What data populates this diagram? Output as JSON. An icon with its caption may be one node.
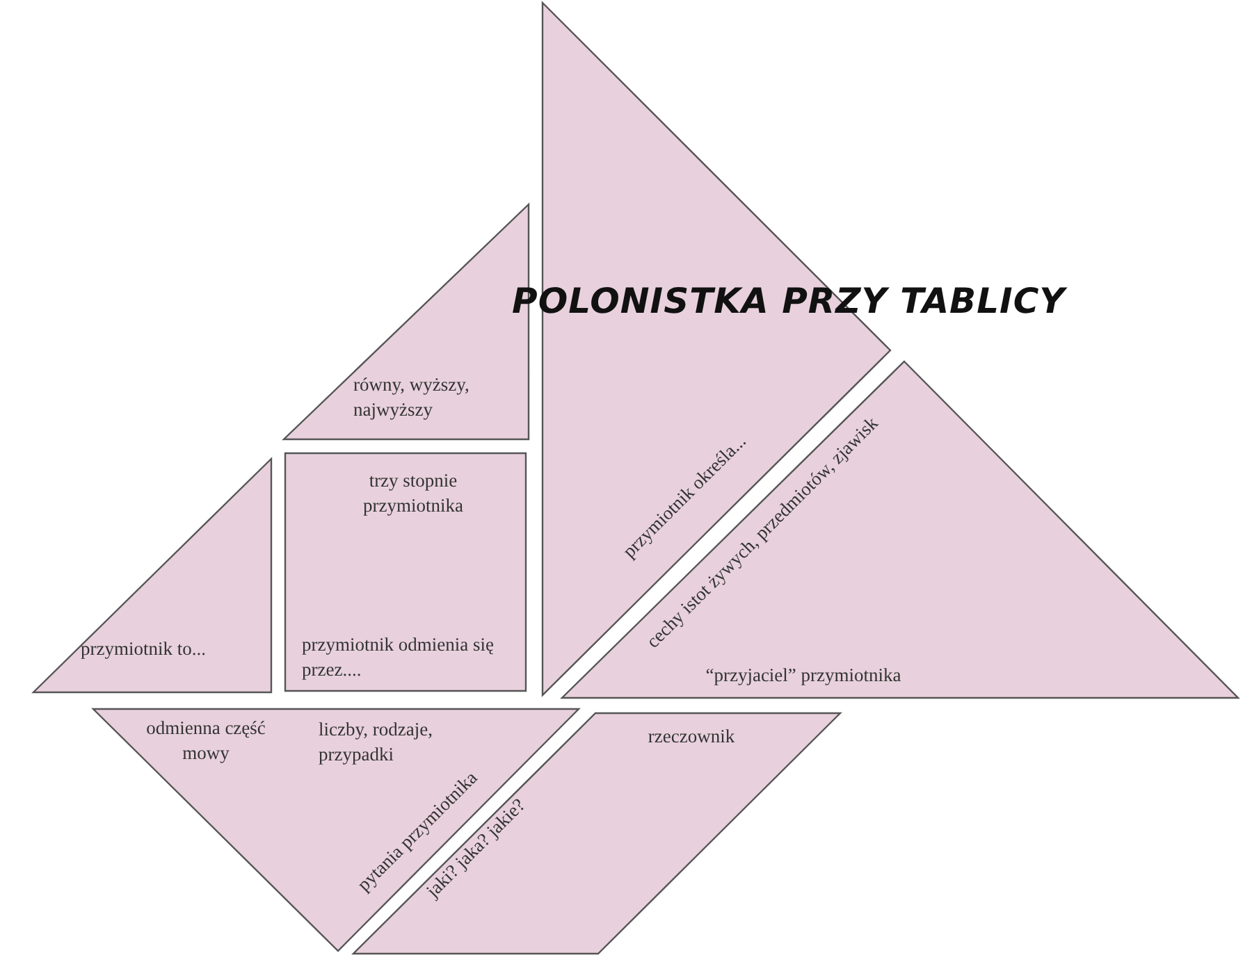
{
  "diagram": {
    "title": "POLONISTKA PRZY TABLICY",
    "nodes": [
      {
        "text": [
          "przymiotnik określa..."
        ]
      },
      {
        "text": [
          "równy, wyższy, najwyższy"
        ]
      },
      {
        "text": [
          "trzy stopnie przymiotnika",
          "przymiotnik odmienia się przez...."
        ]
      },
      {
        "text": [
          "przymiotnik to..."
        ]
      },
      {
        "text": [
          "cechy istot żywych, przedmiotów, zjawisk",
          "“przyjaciel” przymiotnika"
        ]
      },
      {
        "text": [
          "odmienna część mowy",
          "liczby, rodzaje, przypadki",
          "pytania przymiotnika"
        ]
      },
      {
        "text": [
          "rzeczownik",
          "jaki? jaka? jakie?"
        ]
      }
    ]
  }
}
